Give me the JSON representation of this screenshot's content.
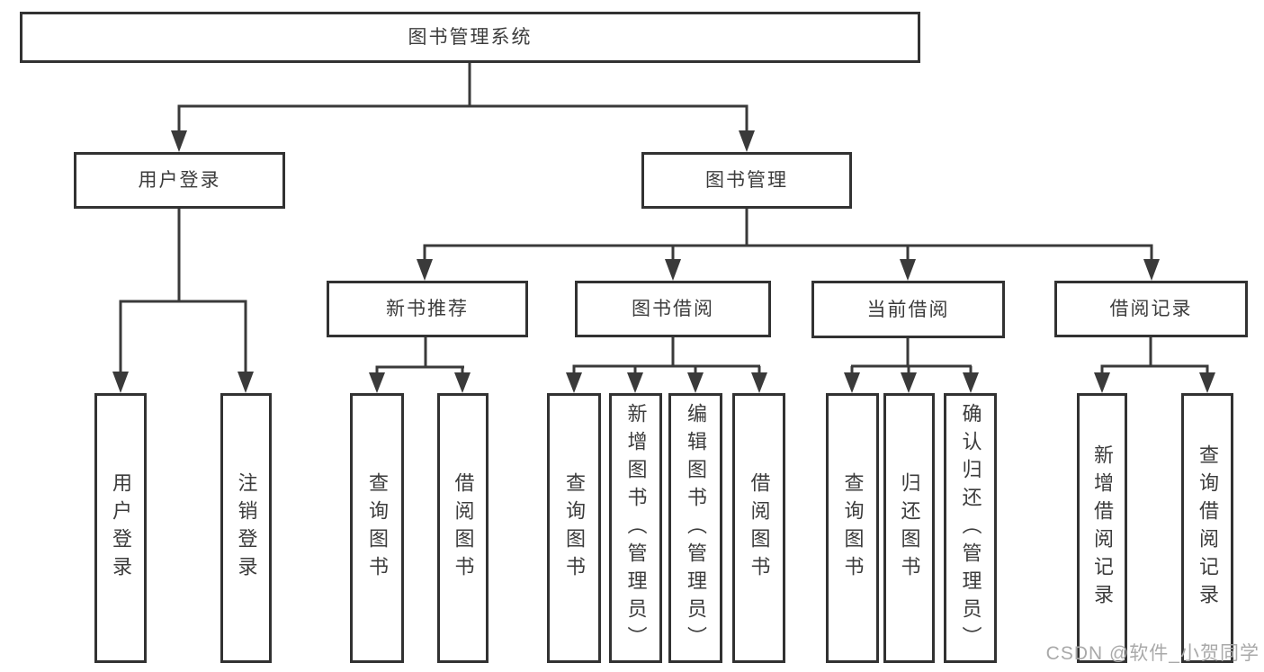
{
  "tree": {
    "root": {
      "label": "图书管理系统"
    },
    "branches": [
      {
        "label": "用户登录",
        "children": [
          {
            "label": "用户登录"
          },
          {
            "label": "注销登录"
          }
        ]
      },
      {
        "label": "图书管理",
        "sections": [
          {
            "label": "新书推荐",
            "children": [
              {
                "label": "查询图书"
              },
              {
                "label": "借阅图书"
              }
            ]
          },
          {
            "label": "图书借阅",
            "children": [
              {
                "label": "查询图书"
              },
              {
                "label": "新增图书（管理员）"
              },
              {
                "label": "编辑图书（管理员）"
              },
              {
                "label": "借阅图书"
              }
            ]
          },
          {
            "label": "当前借阅",
            "children": [
              {
                "label": "查询图书"
              },
              {
                "label": "归还图书"
              },
              {
                "label": "确认归还（管理员）"
              }
            ]
          },
          {
            "label": "借阅记录",
            "children": [
              {
                "label": "新增借阅记录"
              },
              {
                "label": "查询借阅记录"
              }
            ]
          }
        ]
      }
    ]
  },
  "watermark": {
    "text": "CSDN @软件_小贺同学"
  },
  "style": {
    "colors": {
      "line": "#3a3a3a",
      "border": "#323232",
      "text": "#3c3c3c",
      "background": "#ffffff",
      "watermark": "#a9a9a9"
    }
  }
}
